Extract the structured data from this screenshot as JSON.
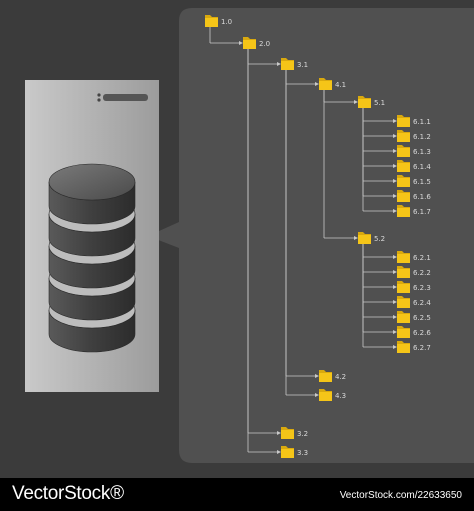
{
  "colors": {
    "background": "#3b3b3b",
    "panel": "#505050",
    "line": "#c8c8c8",
    "folder": "#f5c518",
    "label": "#d9d9d9"
  },
  "tree": [
    {
      "id": "n1_0",
      "label": "1.0",
      "parent": null
    },
    {
      "id": "n2_0",
      "label": "2.0",
      "parent": "n1_0"
    },
    {
      "id": "n3_1",
      "label": "3.1",
      "parent": "n2_0"
    },
    {
      "id": "n4_1",
      "label": "4.1",
      "parent": "n3_1"
    },
    {
      "id": "n5_1",
      "label": "5.1",
      "parent": "n4_1"
    },
    {
      "id": "n611",
      "label": "6.1.1",
      "parent": "n5_1"
    },
    {
      "id": "n612",
      "label": "6.1.2",
      "parent": "n5_1"
    },
    {
      "id": "n613",
      "label": "6.1.3",
      "parent": "n5_1"
    },
    {
      "id": "n614",
      "label": "6.1.4",
      "parent": "n5_1"
    },
    {
      "id": "n615",
      "label": "6.1.5",
      "parent": "n5_1"
    },
    {
      "id": "n616",
      "label": "6.1.6",
      "parent": "n5_1"
    },
    {
      "id": "n617",
      "label": "6.1.7",
      "parent": "n5_1"
    },
    {
      "id": "n5_2",
      "label": "5.2",
      "parent": "n4_1"
    },
    {
      "id": "n621",
      "label": "6.2.1",
      "parent": "n5_2"
    },
    {
      "id": "n622",
      "label": "6.2.2",
      "parent": "n5_2"
    },
    {
      "id": "n623",
      "label": "6.2.3",
      "parent": "n5_2"
    },
    {
      "id": "n624",
      "label": "6.2.4",
      "parent": "n5_2"
    },
    {
      "id": "n625",
      "label": "6.2.5",
      "parent": "n5_2"
    },
    {
      "id": "n626",
      "label": "6.2.6",
      "parent": "n5_2"
    },
    {
      "id": "n627",
      "label": "6.2.7",
      "parent": "n5_2"
    },
    {
      "id": "n4_2",
      "label": "4.2",
      "parent": "n3_1"
    },
    {
      "id": "n4_3",
      "label": "4.3",
      "parent": "n3_1"
    },
    {
      "id": "n3_2",
      "label": "3.2",
      "parent": "n2_0"
    },
    {
      "id": "n3_3",
      "label": "3.3",
      "parent": "n2_0"
    }
  ],
  "watermark": {
    "brand": "VectorStock®",
    "url": "VectorStock.com/22633650"
  }
}
